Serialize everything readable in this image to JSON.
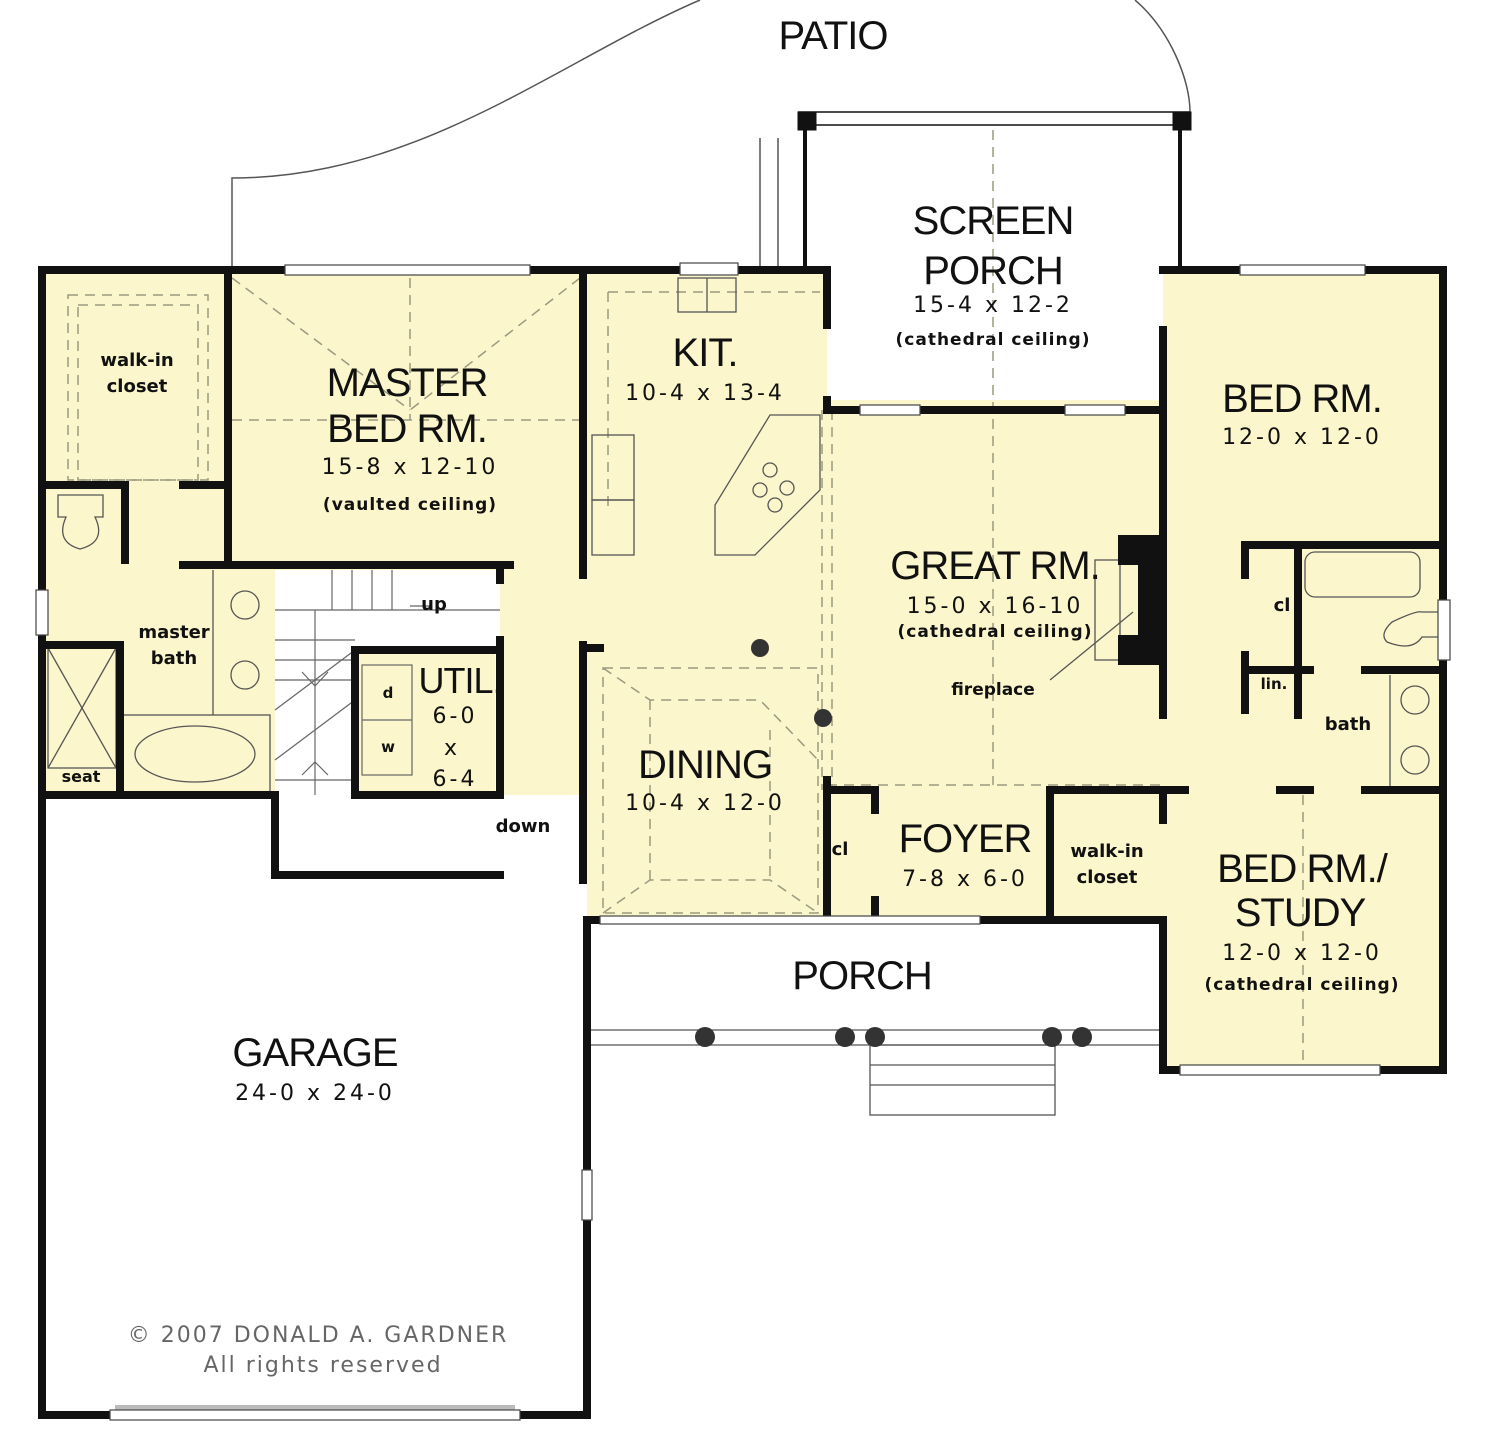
{
  "plan": {
    "colors": {
      "room_fill": "#fbf6cb",
      "wall": "#111111",
      "outdoor": "#ffffff",
      "dashed": "#9a9a80"
    },
    "outdoor": {
      "patio": {
        "name": "PATIO"
      },
      "screen_porch": {
        "name": "SCREEN\nPORCH",
        "line1": "SCREEN",
        "line2": "PORCH",
        "dims": "15-4 x 12-2",
        "note": "(cathedral ceiling)"
      },
      "porch": {
        "name": "PORCH"
      },
      "garage": {
        "name": "GARAGE",
        "dims": "24-0 x 24-0"
      }
    },
    "rooms": {
      "master_closet": {
        "line1": "walk-in",
        "line2": "closet"
      },
      "master_bed": {
        "line1": "MASTER",
        "line2": "BED RM.",
        "dims": "15-8 x 12-10",
        "note": "(vaulted ceiling)"
      },
      "master_bath": {
        "line1": "master",
        "line2": "bath",
        "seat": "seat"
      },
      "kitchen": {
        "name": "KIT.",
        "dims": "10-4 x 13-4"
      },
      "great_room": {
        "name": "GREAT RM.",
        "dims": "15-0 x 16-10",
        "note": "(cathedral ceiling)",
        "fireplace": "fireplace"
      },
      "bed_room": {
        "name": "BED RM.",
        "dims": "12-0 x 12-0"
      },
      "util": {
        "name": "UTIL.",
        "dim1": "6-0",
        "dimx": "x",
        "dim2": "6-4",
        "dryer": "d",
        "washer": "w"
      },
      "stairs": {
        "up": "up",
        "down": "down"
      },
      "dining": {
        "name": "DINING",
        "dims": "10-4 x 12-0"
      },
      "foyer": {
        "name": "FOYER",
        "dims": "7-8 x 6-0",
        "closet": "cl"
      },
      "foyer_closet": {
        "line1": "walk-in",
        "line2": "closet"
      },
      "hall": {
        "closet": "cl",
        "linen": "lin.",
        "bath": "bath"
      },
      "study": {
        "line1": "BED RM./",
        "line2": "STUDY",
        "dims": "12-0 x 12-0",
        "note": "(cathedral ceiling)"
      }
    },
    "copyright": {
      "line1": "© 2007 DONALD A. GARDNER",
      "line2": "All rights reserved"
    }
  }
}
